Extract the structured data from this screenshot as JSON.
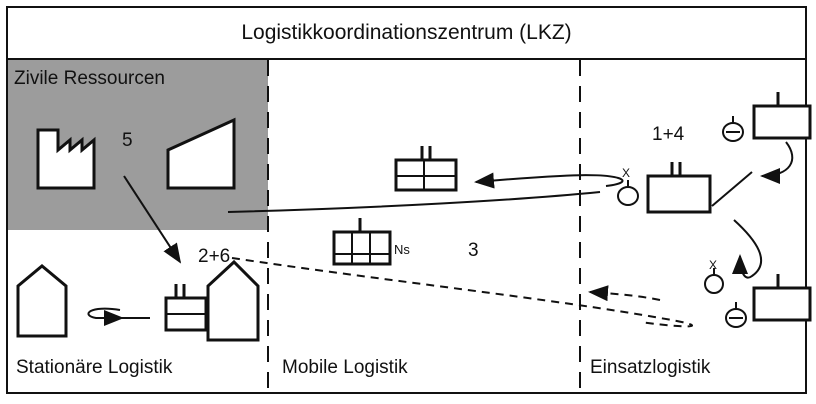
{
  "title": "Logistikkoordinationszentrum (LKZ)",
  "zones": {
    "zivile": "Zivile Ressourcen",
    "stationaer": "Stationäre Logistik",
    "mobil": "Mobile Logistik",
    "einsatz": "Einsatzlogistik"
  },
  "labels": {
    "five": "5",
    "two_six": "2+6",
    "ns": "Ns",
    "three": "3",
    "one_four": "1+4",
    "x_upper": "X",
    "x_lower": "X"
  },
  "colors": {
    "civil_area": "#9c9c9c",
    "line": "#111111",
    "background": "#ffffff"
  }
}
